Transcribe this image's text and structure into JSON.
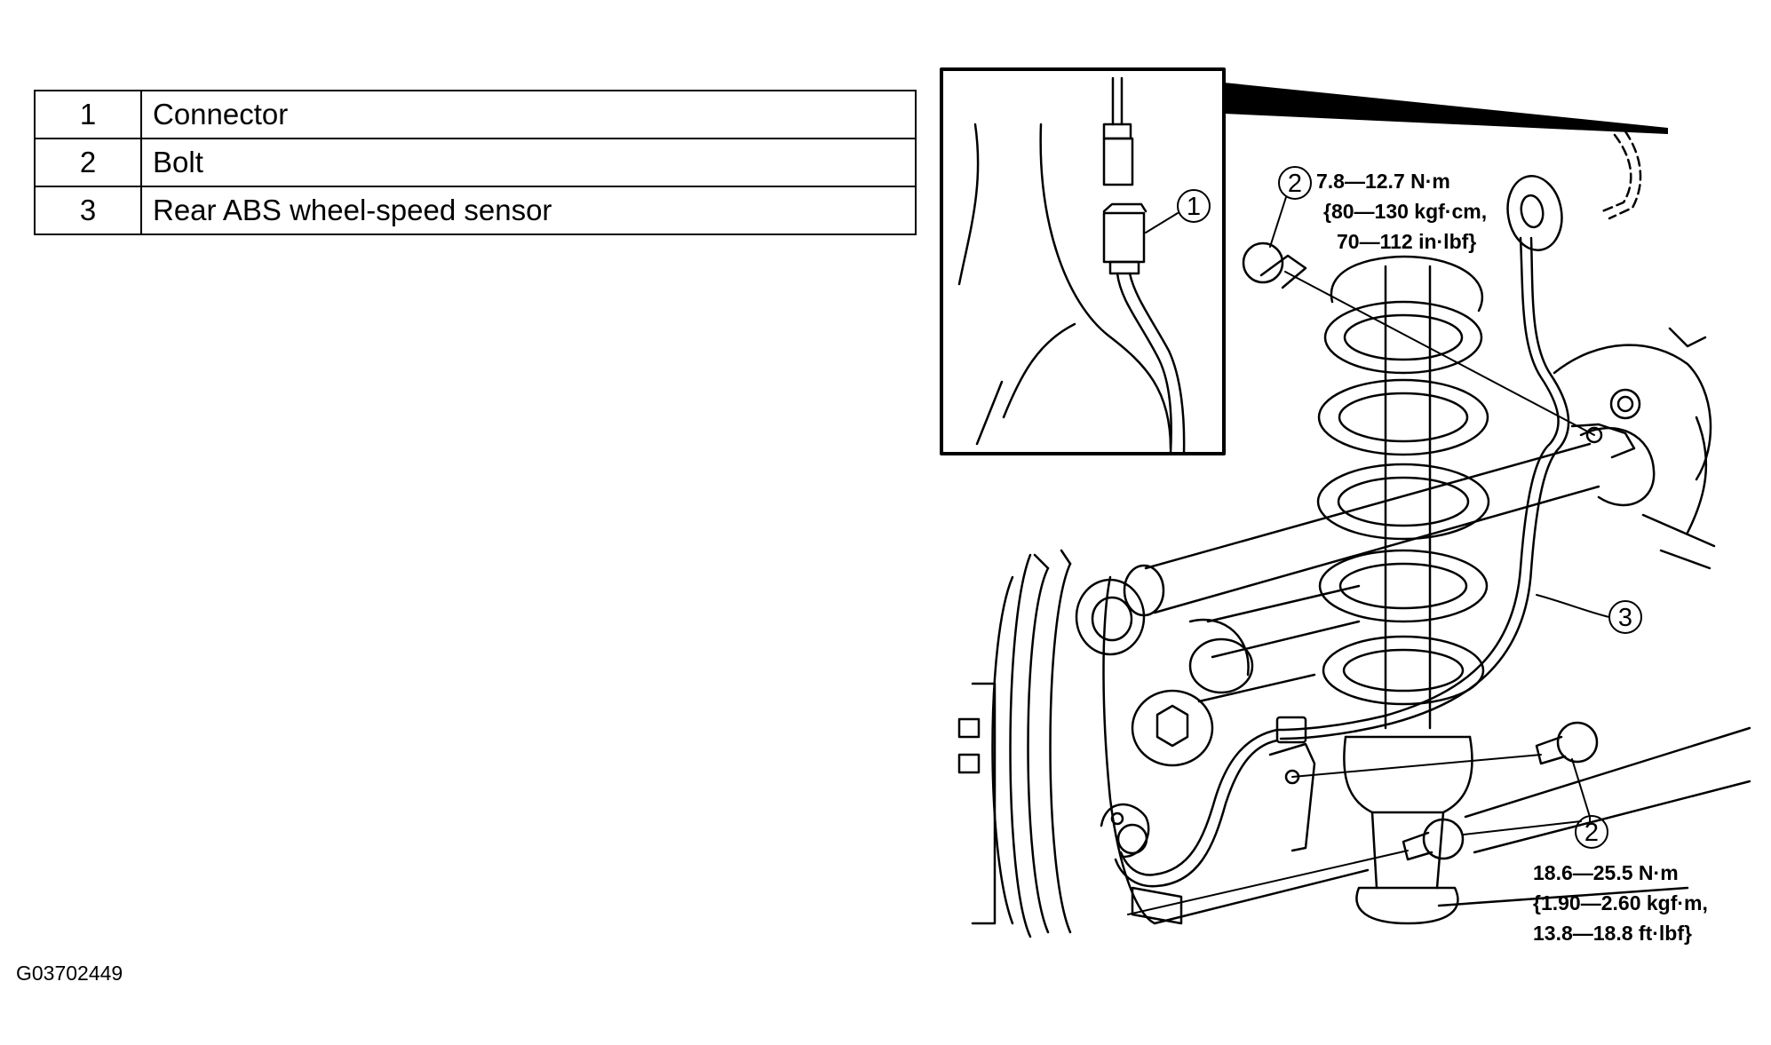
{
  "legend": [
    {
      "number": "1",
      "description": "Connector"
    },
    {
      "number": "2",
      "description": "Bolt"
    },
    {
      "number": "3",
      "description": "Rear ABS wheel-speed sensor"
    }
  ],
  "callouts": {
    "connector": "1",
    "bolt_upper": "2",
    "sensor": "3",
    "bolt_lower": "2"
  },
  "torque_upper": {
    "line1": "7.8—12.7 N·m",
    "line2": "{80—130 kgf·cm,",
    "line3": "70—112 in·lbf}"
  },
  "torque_lower": {
    "line1": "18.6—25.5 N·m",
    "line2": "{1.90—2.60 kgf·m,",
    "line3": "13.8—18.8 ft·lbf}"
  },
  "figure_id": "G03702449"
}
